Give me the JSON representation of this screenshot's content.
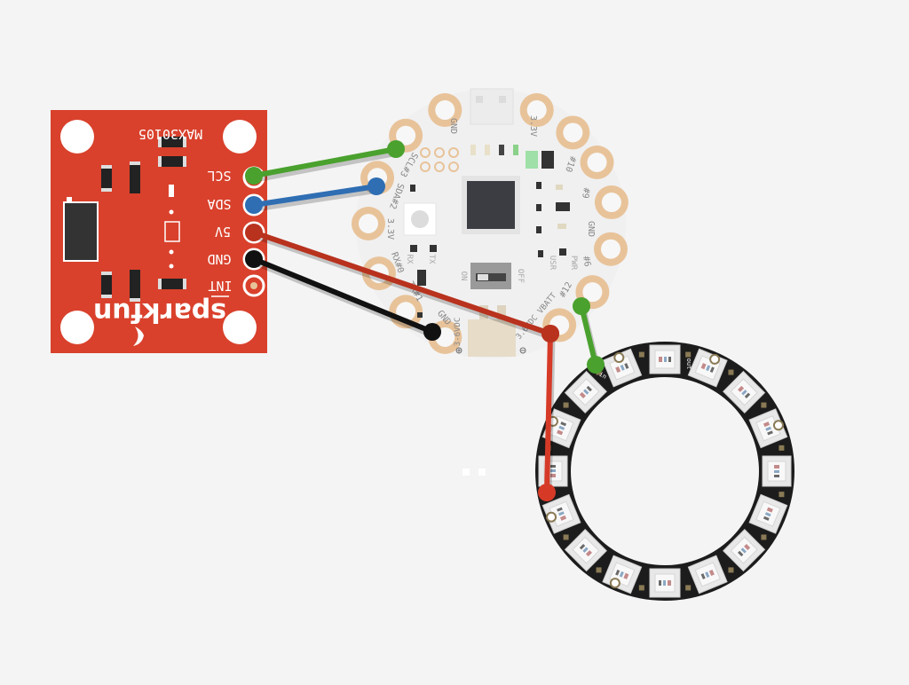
{
  "colors": {
    "background": "#f4f4f4",
    "sensor_board": "#d9412c",
    "flora_board": "#f0f0f0",
    "pad": "#e8c39a",
    "ring_pcb": "#1c1c1c",
    "wire_scl": "#4aa12e",
    "wire_sda": "#2f6eb3",
    "wire_5v": "#b8321e",
    "wire_gnd": "#111111",
    "wire_data": "#4aa12e",
    "wire_vbatt": "#d63a27"
  },
  "sensor": {
    "part_label": "MAX30105",
    "brand": "sparkfun",
    "pins": [
      "SCL",
      "SDA",
      "5V",
      "GND",
      "INT"
    ]
  },
  "flora": {
    "pads": {
      "gnd_top": "GND",
      "v33_top": "3.3V",
      "p10": "#10",
      "p9": "#9",
      "gnd_right": "GND",
      "p6": "#6",
      "p12": "#12",
      "vbatt": "3.6VDC VBATT",
      "gnd_bottom": "GND",
      "p1": "TX#1",
      "p0": "RX#0",
      "v33_left": "3.3V",
      "sda": "SDA#2",
      "scl": "SCL#3"
    },
    "silkscreen": {
      "rx": "RX",
      "tx": "TX",
      "on": "ON",
      "off": "OFF",
      "usr": "USR",
      "pwr": "PWR",
      "batt_range": "3-6VDC",
      "plus": "⊕",
      "minus": "⊖"
    }
  },
  "ring": {
    "pixel_count": 16,
    "labels": {
      "data_in": "in",
      "data_out": "out"
    }
  },
  "wires": [
    {
      "id": "scl",
      "from": "sensor.SCL",
      "to": "flora.SCL#3"
    },
    {
      "id": "sda",
      "from": "sensor.SDA",
      "to": "flora.SDA#2"
    },
    {
      "id": "5v",
      "from": "sensor.5V",
      "to": "flora.VBATT"
    },
    {
      "id": "gnd",
      "from": "sensor.GND",
      "to": "flora.GND"
    },
    {
      "id": "data",
      "from": "flora.#12",
      "to": "ring.in"
    },
    {
      "id": "vbatt",
      "from": "flora.VBATT",
      "to": "ring.pwr"
    }
  ]
}
